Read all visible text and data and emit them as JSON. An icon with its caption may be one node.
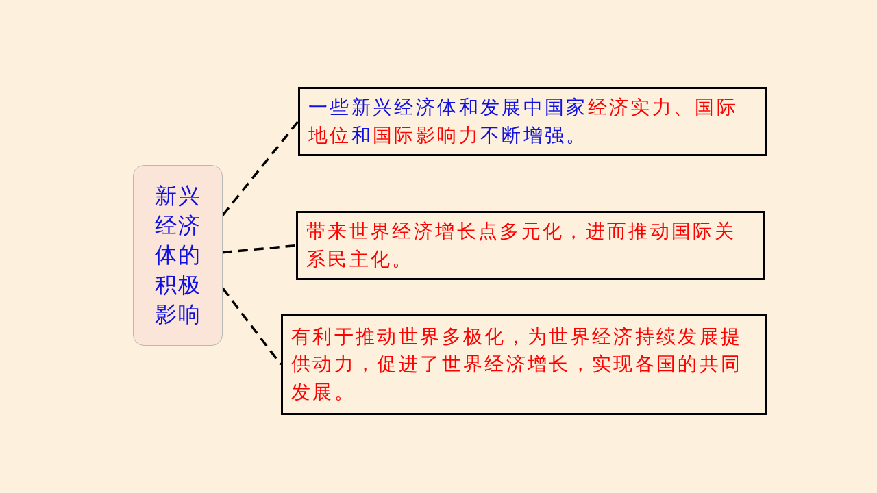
{
  "diagram": {
    "nodes": [
      {
        "text": [
          "新兴经济体的积极影响"
        ]
      },
      {
        "text": [
          "一些新兴经济体和发展中国家**经济实力、国际地位**和**国际影响力**不断增强。"
        ]
      },
      {
        "text": [
          "带来世界经济增长点多元化，进而推动国际关系民主化。"
        ]
      },
      {
        "text": [
          "有利于推动世界多极化，为世界经济持续发展提供动力，促进了世界经济增长，实现各国的共同发展。"
        ]
      }
    ],
    "edges": [
      {
        "from": 0,
        "to": 1,
        "arrow": "none",
        "style": "dashed"
      },
      {
        "from": 0,
        "to": 2,
        "arrow": "none",
        "style": "dashed"
      },
      {
        "from": 0,
        "to": 3,
        "arrow": "none",
        "style": "dashed"
      }
    ]
  }
}
